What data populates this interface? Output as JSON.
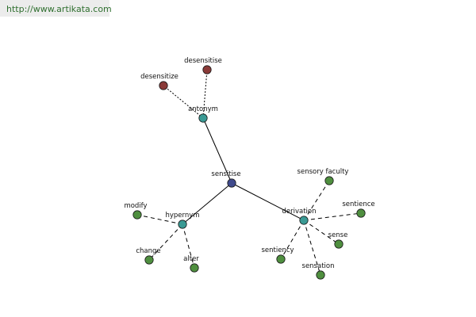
{
  "header": {
    "url": "http://www.artikata.com"
  },
  "colors": {
    "center": "#3f4a8c",
    "relation": "#3a9a94",
    "antonym_leaf": "#8a3a38",
    "leaf": "#4f8f3f",
    "url_text": "#2f6f2f"
  },
  "graph": {
    "nodes": [
      {
        "id": "sensitise",
        "label": "sensitise",
        "kind": "center"
      },
      {
        "id": "antonym",
        "label": "antonym",
        "kind": "relation"
      },
      {
        "id": "hypernym",
        "label": "hypernym",
        "kind": "relation"
      },
      {
        "id": "derivation",
        "label": "derivation",
        "kind": "relation"
      },
      {
        "id": "desensitise",
        "label": "desensitise",
        "kind": "antonym_leaf"
      },
      {
        "id": "desensitize",
        "label": "desensitize",
        "kind": "antonym_leaf"
      },
      {
        "id": "modify",
        "label": "modify",
        "kind": "leaf"
      },
      {
        "id": "change",
        "label": "change",
        "kind": "leaf"
      },
      {
        "id": "alter",
        "label": "alter",
        "kind": "leaf"
      },
      {
        "id": "sensory-faculty",
        "label": "sensory faculty",
        "kind": "leaf"
      },
      {
        "id": "sentience",
        "label": "sentience",
        "kind": "leaf"
      },
      {
        "id": "sense",
        "label": "sense",
        "kind": "leaf"
      },
      {
        "id": "sensation",
        "label": "sensation",
        "kind": "leaf"
      },
      {
        "id": "sentiency",
        "label": "sentiency",
        "kind": "leaf"
      }
    ],
    "edges": [
      {
        "from": "sensitise",
        "to": "antonym",
        "style": "solid"
      },
      {
        "from": "sensitise",
        "to": "hypernym",
        "style": "solid"
      },
      {
        "from": "sensitise",
        "to": "derivation",
        "style": "solid"
      },
      {
        "from": "antonym",
        "to": "desensitise",
        "style": "dotted"
      },
      {
        "from": "antonym",
        "to": "desensitize",
        "style": "dotted"
      },
      {
        "from": "hypernym",
        "to": "modify",
        "style": "dashed"
      },
      {
        "from": "hypernym",
        "to": "change",
        "style": "dashed"
      },
      {
        "from": "hypernym",
        "to": "alter",
        "style": "dashed"
      },
      {
        "from": "derivation",
        "to": "sensory-faculty",
        "style": "dashed"
      },
      {
        "from": "derivation",
        "to": "sentience",
        "style": "dashed"
      },
      {
        "from": "derivation",
        "to": "sense",
        "style": "dashed"
      },
      {
        "from": "derivation",
        "to": "sensation",
        "style": "dashed"
      },
      {
        "from": "derivation",
        "to": "sentiency",
        "style": "dashed"
      }
    ]
  }
}
